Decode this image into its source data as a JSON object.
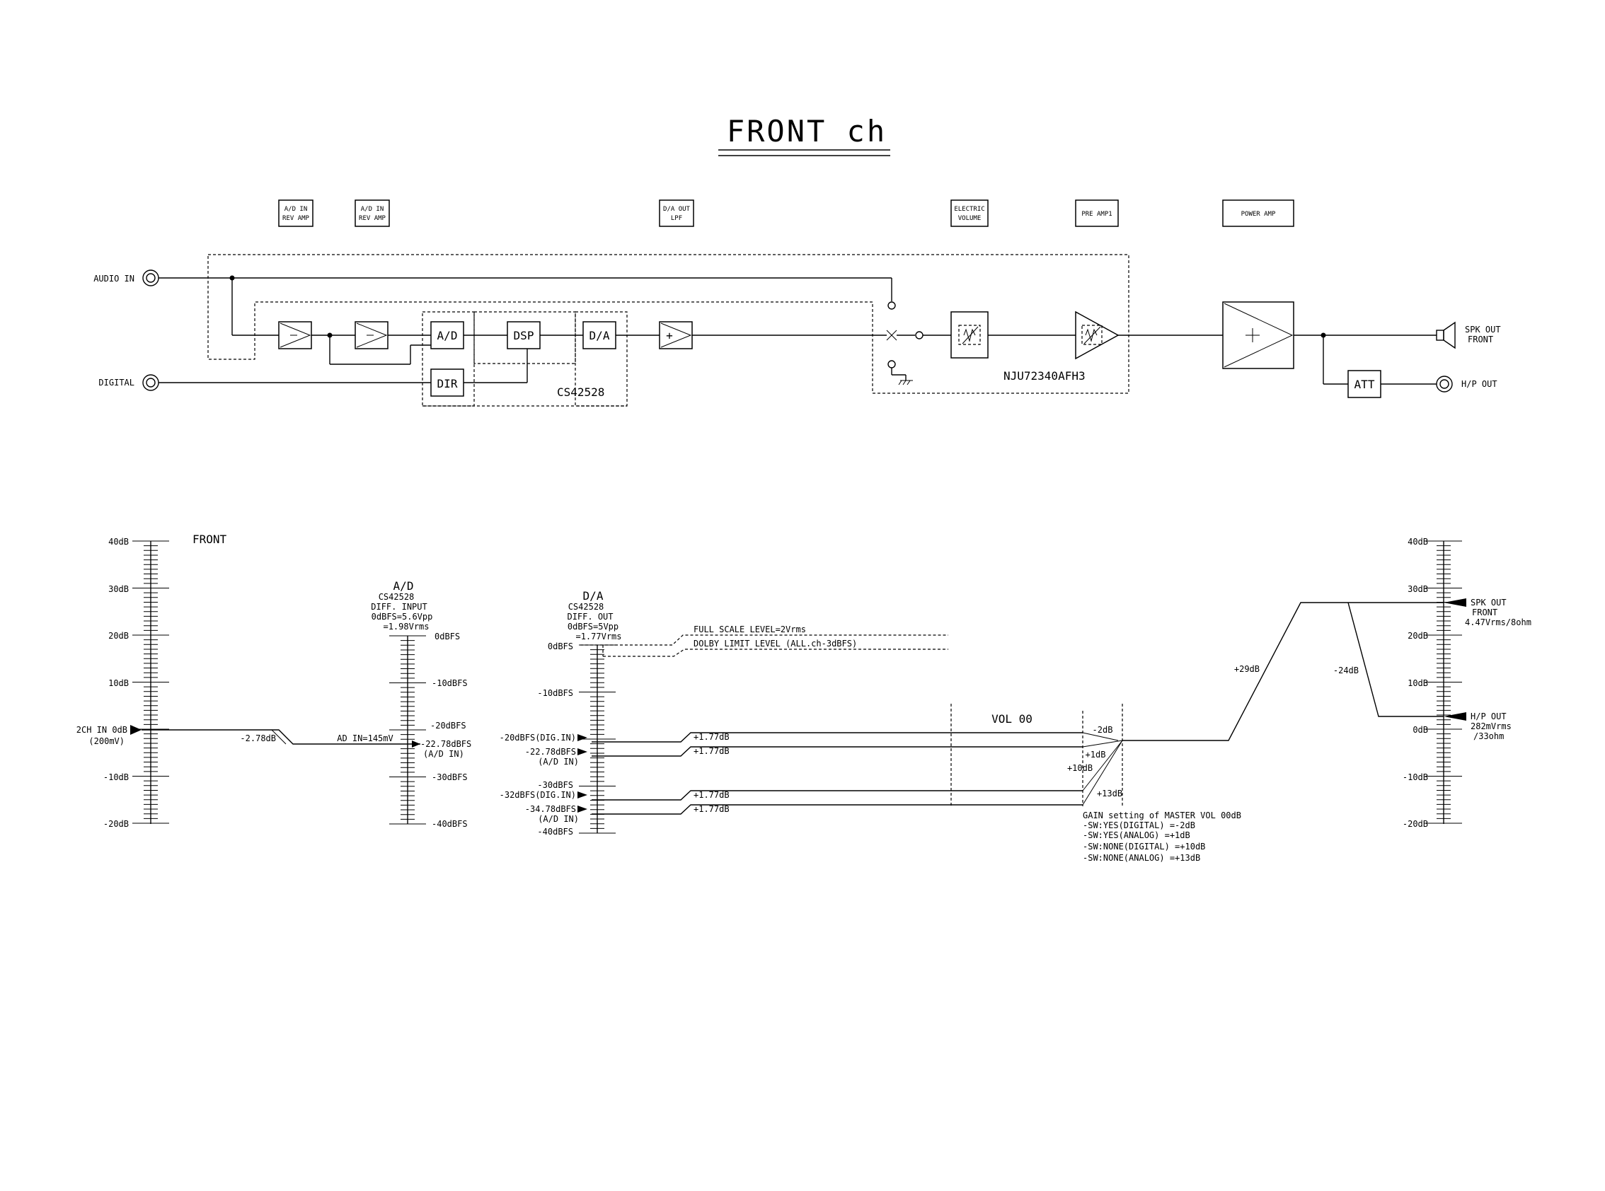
{
  "title": "FRONT ch",
  "labels": [
    {
      "id": "ad-in-rev-amp-1",
      "lines": [
        "A/D IN",
        "REV AMP"
      ]
    },
    {
      "id": "ad-in-rev-amp-2",
      "lines": [
        "A/D IN",
        "REV AMP"
      ]
    },
    {
      "id": "da-out-lpf",
      "lines": [
        "D/A OUT",
        "LPF"
      ]
    },
    {
      "id": "electric-volume",
      "lines": [
        "ELECTRIC",
        "VOLUME"
      ]
    },
    {
      "id": "pre-amp1",
      "lines": [
        "PRE AMP1"
      ]
    },
    {
      "id": "power-amp",
      "lines": [
        "POWER AMP"
      ]
    }
  ],
  "block": {
    "audio_in": "AUDIO IN",
    "digital": "DIGITAL",
    "ad": "A/D",
    "dsp": "DSP",
    "da": "D/A",
    "dir": "DIR",
    "plus": "+",
    "chip_cs": "CS42528",
    "chip_nju": "NJU72340AFH3",
    "att": "ATT",
    "spk_out": [
      "SPK OUT",
      "FRONT"
    ],
    "hp_out": "H/P OUT"
  },
  "level": {
    "front": "FRONT",
    "left_axis_ticks": [
      "40dB",
      "30dB",
      "20dB",
      "10dB",
      "2CH IN 0dB",
      "-10dB",
      "-20dB"
    ],
    "left_axis_sub": "(200mV)",
    "ad_header": [
      "A/D",
      "CS42528",
      "DIFF. INPUT",
      "0dBFS=5.6Vpp",
      "=1.98Vrms"
    ],
    "ad_ticks": [
      "0dBFS",
      "-10dBFS",
      "-20dBFS",
      "-30dBFS",
      "-40dBFS"
    ],
    "ad_marker": [
      "-22.78dBFS",
      "(A/D IN)"
    ],
    "ad_in_note": "AD IN=145mV",
    "loss_note": "-2.78dB",
    "da_header": [
      "D/A",
      "CS42528",
      "DIFF. OUT",
      "0dBFS=5Vpp",
      "=1.77Vrms"
    ],
    "da_ticks": [
      "0dBFS",
      "-10dBFS",
      "-30dBFS",
      "-40dBFS"
    ],
    "da_markers": [
      {
        "lines": [
          "-20dBFS(DIG.IN)"
        ]
      },
      {
        "lines": [
          "-22.78dBFS",
          "(A/D IN)"
        ]
      },
      {
        "lines": [
          "-32dBFS(DIG.IN)"
        ]
      },
      {
        "lines": [
          "-34.78dBFS",
          "(A/D IN)"
        ]
      }
    ],
    "full_scale": "FULL SCALE LEVEL=2Vrms",
    "dolby_limit": "DOLBY LIMIT LEVEL (ALL.ch-3dBFS)",
    "gain_177": "+1.77dB",
    "vol": "VOL 00",
    "gains": [
      "-2dB",
      "+1dB",
      "+10dB",
      "+13dB"
    ],
    "gain_setting": [
      "GAIN setting of MASTER VOL 00dB",
      "-SW:YES(DIGITAL)   =-2dB",
      "-SW:YES(ANALOG)   =+1dB",
      "-SW:NONE(DIGITAL)  =+10dB",
      "-SW:NONE(ANALOG) =+13dB"
    ],
    "plus29": "+29dB",
    "minus24": "-24dB",
    "right_axis_ticks": [
      "40dB",
      "30dB",
      "20dB",
      "10dB",
      "0dB",
      "-10dB",
      "-20dB"
    ],
    "spk_out_note": [
      "SPK OUT",
      "FRONT",
      "4.47Vrms/8ohm"
    ],
    "hp_out_note": [
      "H/P OUT",
      "282mVrms",
      "/33ohm"
    ]
  }
}
